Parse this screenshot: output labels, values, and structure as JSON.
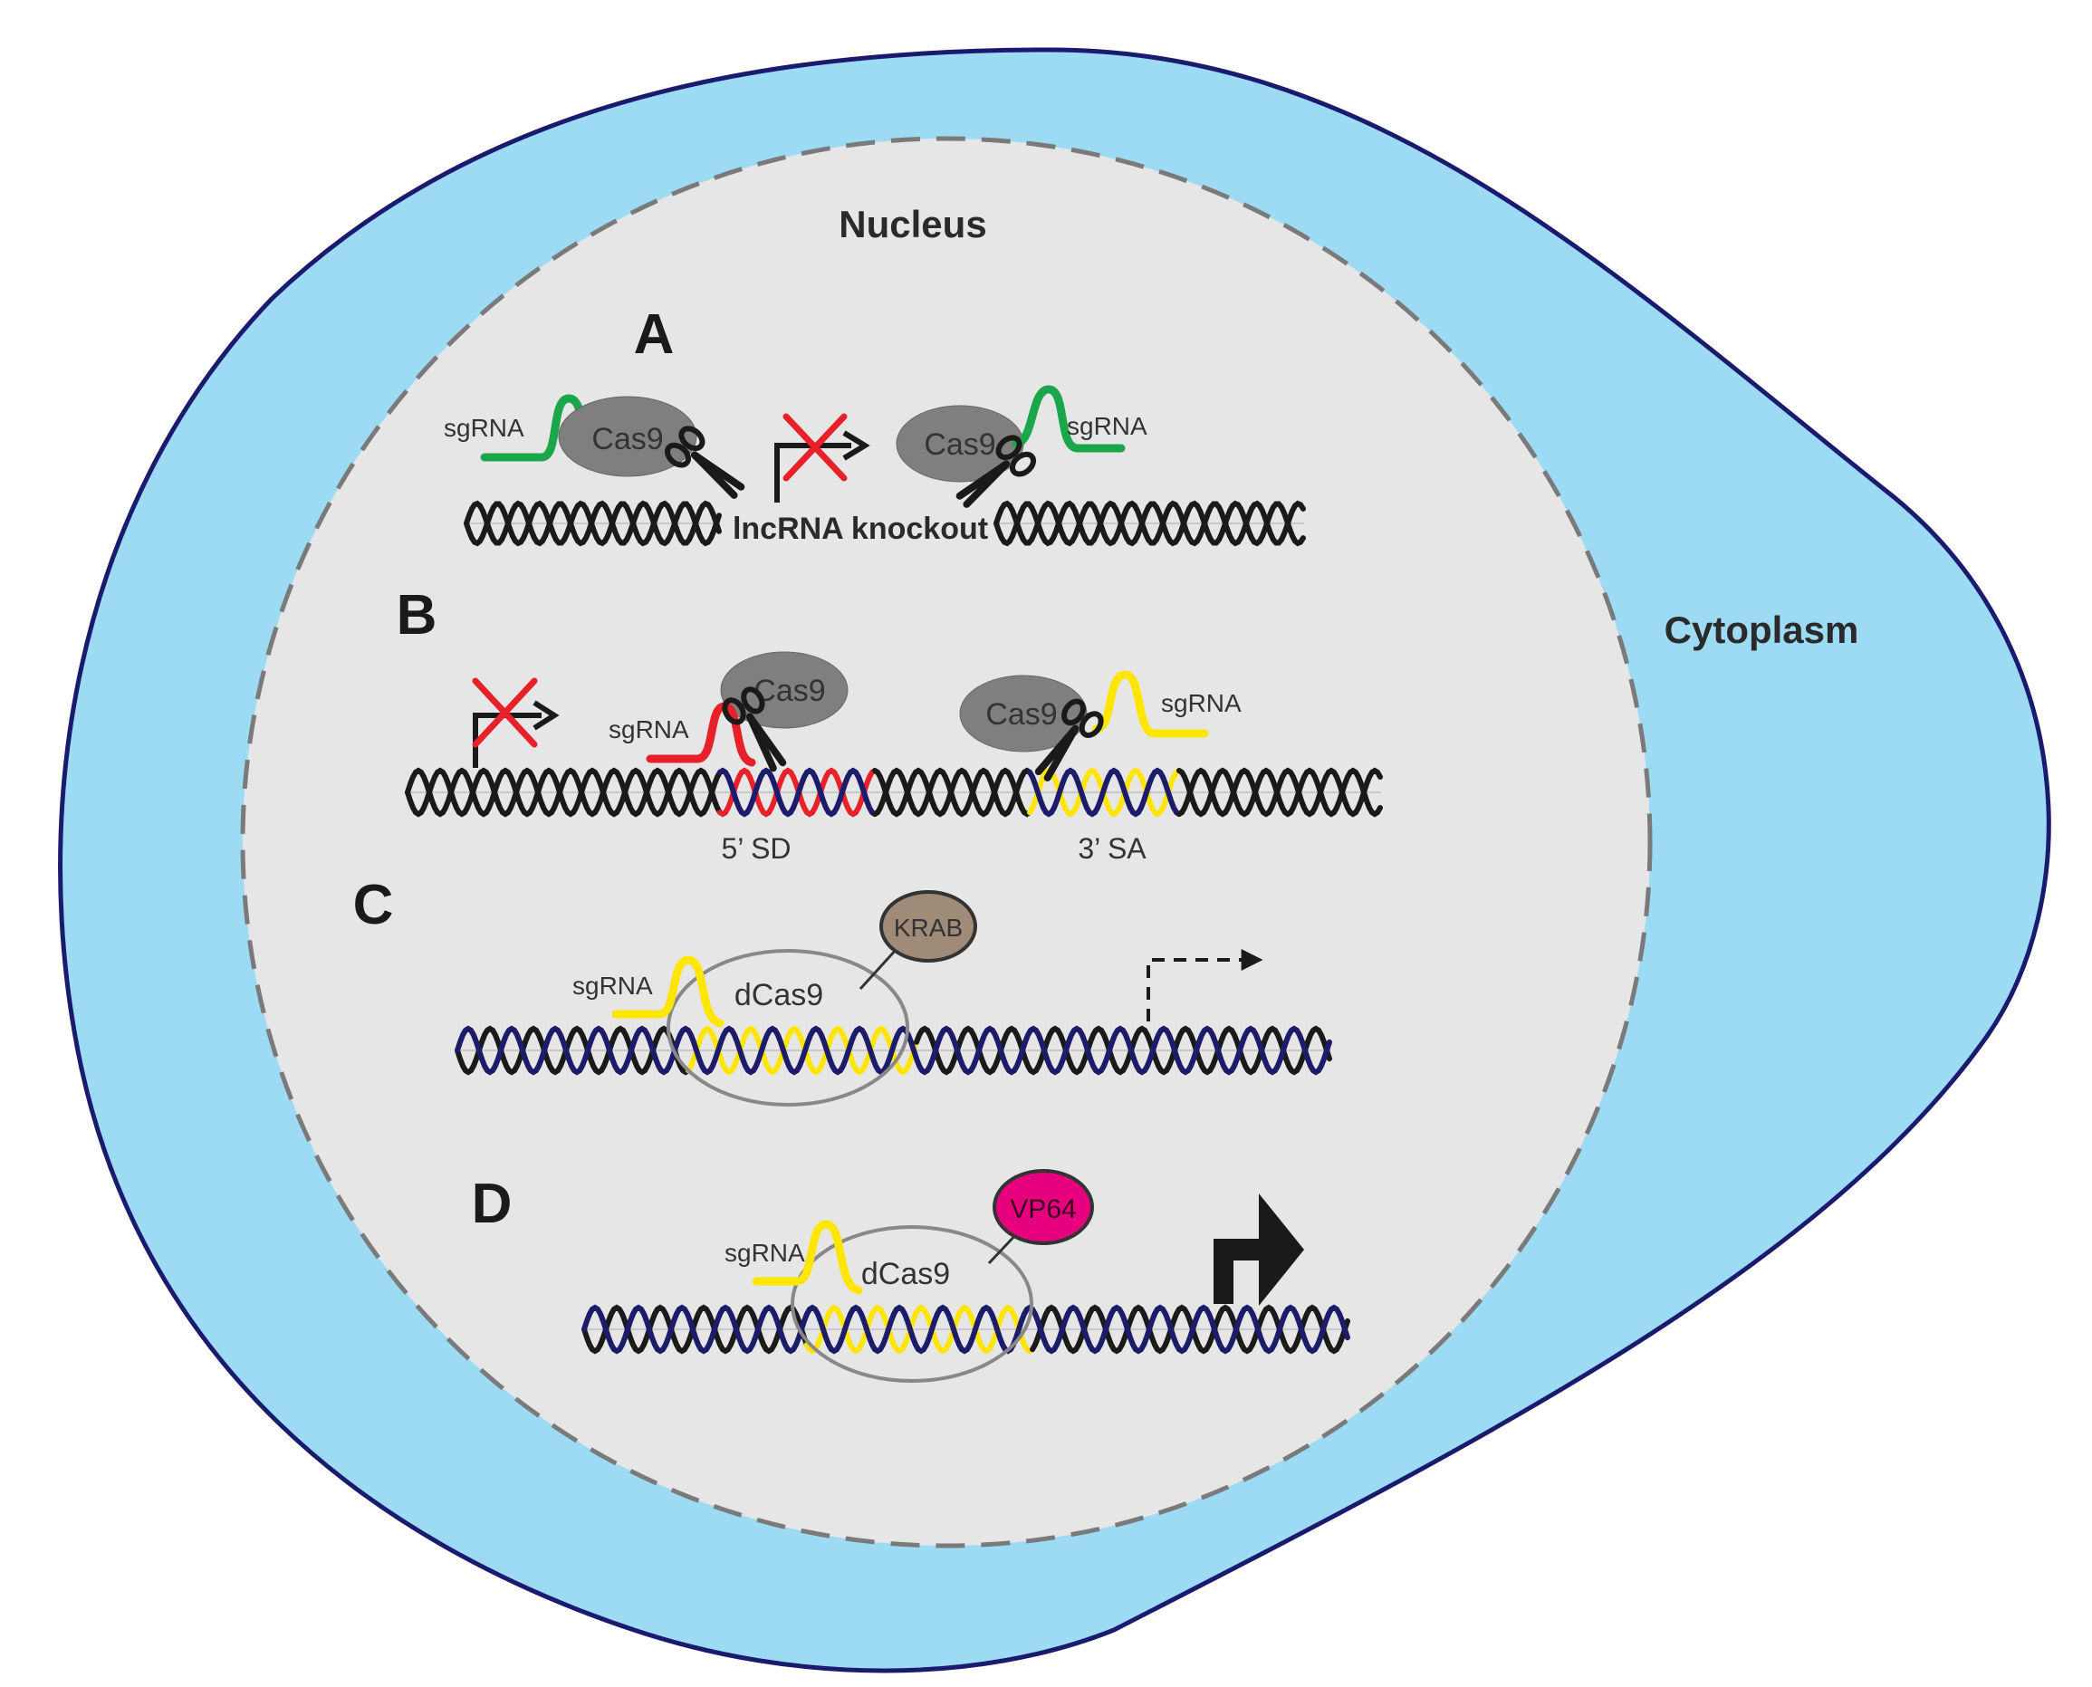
{
  "labels": {
    "nucleus": "Nucleus",
    "cytoplasm": "Cytoplasm",
    "lncrna_knockout": "lncRNA knockout"
  },
  "panels": {
    "a": {
      "letter": "A",
      "sgrna_left": "sgRNA",
      "sgrna_right": "sgRNA",
      "cas9_left": "Cas9",
      "cas9_right": "Cas9"
    },
    "b": {
      "letter": "B",
      "sgrna_left": "sgRNA",
      "sgrna_right": "sgRNA",
      "cas9_left": "Cas9",
      "cas9_right": "Cas9",
      "site_5": "5’ SD",
      "site_3": "3’ SA"
    },
    "c": {
      "letter": "C",
      "sgrna": "sgRNA",
      "dcas9": "dCas9",
      "effector": "KRAB"
    },
    "d": {
      "letter": "D",
      "sgrna": "sgRNA",
      "dcas9": "dCas9",
      "effector": "VP64"
    }
  },
  "colors": {
    "cytoplasm_fill": "#9ddaf4",
    "cell_outline": "#1a1a6e",
    "nucleus_fill": "#e6e6e6",
    "nucleus_border": "#7a7a7a",
    "cas9_fill": "#7f7f7f",
    "dna_black": "#1a1a1a",
    "dna_navy": "#1c1c6b",
    "sgrna_green": "#1aa64a",
    "sgrna_red": "#e8202a",
    "sgrna_yellow": "#ffe600",
    "krab_fill": "#a08a78",
    "vp64_fill": "#e6007e",
    "inhibit_red": "#e8202a"
  }
}
